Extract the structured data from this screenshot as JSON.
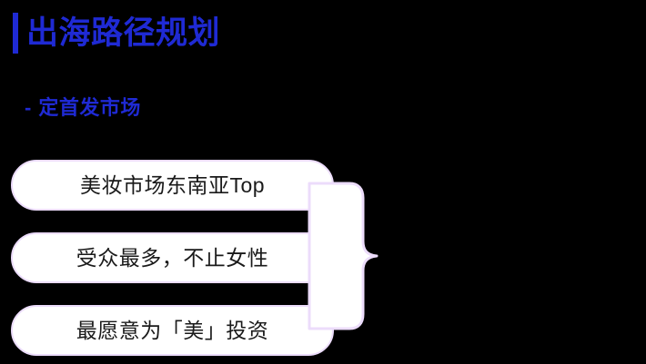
{
  "slide": {
    "background_color": "#000000",
    "accent_color": "#1f2ad4",
    "pill_border_color": "#ecdcfb",
    "pill_fill_color": "#ffffff",
    "pill_text_color": "#1a1a1a",
    "brace_stroke_color": "#ecdcfb",
    "brace_fill_color": "#ffffff"
  },
  "header": {
    "title": "出海路径规划",
    "accent_bar": "vertical-accent-bar"
  },
  "subtitle": {
    "dash": "-",
    "text": "定首发市场"
  },
  "points": [
    {
      "label": "美妆市场东南亚Top"
    },
    {
      "label": "受众最多，不止女性"
    },
    {
      "label": "最愿意为「美」投资"
    }
  ],
  "grouping": {
    "shape": "right-pointing-curly-brace",
    "spans_items": 3
  }
}
